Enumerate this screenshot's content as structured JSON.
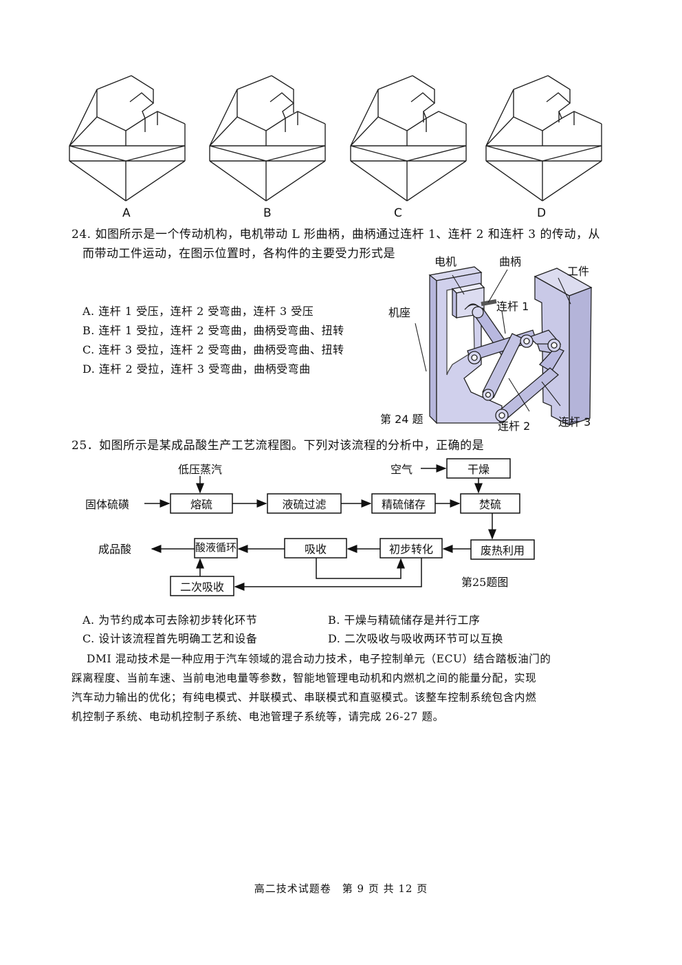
{
  "q23": {
    "option_labels": [
      "A",
      "B",
      "C",
      "D"
    ]
  },
  "q24": {
    "stem_line1": "24. 如图所示是一个传动机构，电机带动 L 形曲柄，曲柄通过连杆 1、连杆 2 和连杆 3 的传动，从",
    "stem_line2": "而带动工件运动，在图示位置时，各构件的主要受力形式是",
    "options": [
      "A. 连杆 1 受压，连杆 2 受弯曲，连杆 3 受压",
      "B. 连杆 1 受拉，连杆 2 受弯曲，曲柄受弯曲、扭转",
      "C. 连杆 3 受拉，连杆 2 受弯曲，曲柄受弯曲、扭转",
      "D. 连杆 2 受拉，连杆 3 受弯曲，曲柄受弯曲"
    ],
    "figure": {
      "motor": "电机",
      "crank": "曲柄",
      "workpiece": "工件",
      "rod1": "连杆 1",
      "base": "机座",
      "rod2": "连杆 2",
      "rod3": "连杆 3",
      "caption": "第 24 题"
    }
  },
  "q25": {
    "stem": "25．如图所示是某成品酸生产工艺流程图。下列对该流程的分析中，正确的是",
    "flow": {
      "steam": "低压蒸汽",
      "sulfur": "固体硫磺",
      "melt": "熔硫",
      "filter": "液硫过滤",
      "store": "精硫储存",
      "air": "空气",
      "dry": "干燥",
      "burn": "焚硫",
      "heat": "废热利用",
      "convert": "初步转化",
      "absorb": "吸收",
      "cycle": "酸液循环",
      "product": "成品酸",
      "absorb2": "二次吸收",
      "caption": "第25题图"
    },
    "options": [
      "A. 为节约成本可去除初步转化环节",
      "B. 干燥与精硫储存是并行工序",
      "C. 设计该流程首先明确工艺和设备",
      "D. 二次吸收与吸收两环节可以互换"
    ]
  },
  "passage": {
    "line1": "DMI 混动技术是一种应用于汽车领域的混合动力技术，电子控制单元（ECU）结合踏板油门的",
    "line2": "踩离程度、当前车速、当前电池电量等参数，智能地管理电动机和内燃机之间的能量分配，实现",
    "line3": "汽车动力输出的优化；有纯电模式、并联模式、串联模式和直驱模式。该整车控制系统包含内燃",
    "line4": "机控制子系统、电动机控制子系统、电池管理子系统等，请完成 26-27 题。"
  },
  "footer": "高二技术试题卷　第 9 页 共 12 页"
}
